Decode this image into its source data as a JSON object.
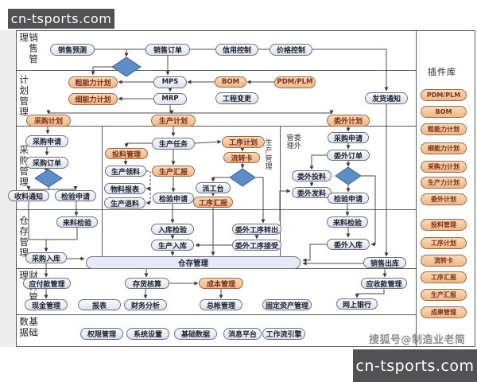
{
  "colors": {
    "orange_fill": "#f3c194",
    "orange_border": "#9c6b45",
    "orange_text": "#7d2e1d",
    "gray_fill": "#eef0f8",
    "gray_border": "#6b7280",
    "diamond_fill": "#5d8cc6",
    "diamond_border": "#3c6390",
    "line": "#4a4a4a",
    "watermark_bg": "#525254"
  },
  "watermarks": {
    "top_left": "cn-tsports.com",
    "bottom_right": "cn-tsports.com",
    "sohu_credit": "搜狐号@制造业老简"
  },
  "lanes": [
    {
      "label": "销售管理"
    },
    {
      "label": "计划管理"
    },
    {
      "label": "采购管理"
    },
    {
      "label": "仓存管理"
    },
    {
      "label": "财务管理"
    },
    {
      "label": "基础数据"
    }
  ],
  "sub_sections": [
    {
      "label": "生产管理"
    },
    {
      "label": "委外管理"
    }
  ],
  "plugin_library": {
    "title": "插件库",
    "items": [
      "PDM/PLM",
      "BOM",
      "粗能力计划",
      "细能力计划",
      "采购力计划",
      "生产力计划",
      "委外计划",
      "投料管理",
      "工序计划",
      "流转卡",
      "工序汇报",
      "生产汇报",
      "成果管理"
    ]
  },
  "nodes": [
    {
      "id": "sales_forecast",
      "label": "销售预测",
      "type": "gray"
    },
    {
      "id": "sales_order",
      "label": "销售订单",
      "type": "gray"
    },
    {
      "id": "credit_control",
      "label": "信用控制",
      "type": "gray"
    },
    {
      "id": "price_control",
      "label": "价格控制",
      "type": "gray"
    },
    {
      "id": "rough_capacity",
      "label": "粗能力计划",
      "type": "orange"
    },
    {
      "id": "mps",
      "label": "MPS",
      "type": "gray"
    },
    {
      "id": "bom",
      "label": "BOM",
      "type": "orange"
    },
    {
      "id": "pdm_plm",
      "label": "PDM/PLM",
      "type": "orange"
    },
    {
      "id": "fine_capacity",
      "label": "细能力计划",
      "type": "orange"
    },
    {
      "id": "mrp",
      "label": "MRP",
      "type": "gray"
    },
    {
      "id": "eng_change",
      "label": "工程变更",
      "type": "gray"
    },
    {
      "id": "delivery_notice",
      "label": "发货通知",
      "type": "gray"
    },
    {
      "id": "purchase_plan",
      "label": "采购计划",
      "type": "orange"
    },
    {
      "id": "production_plan",
      "label": "生产计划",
      "type": "orange"
    },
    {
      "id": "outsource_plan",
      "label": "委外计划",
      "type": "orange"
    },
    {
      "id": "purchase_request",
      "label": "采购申请",
      "type": "gray"
    },
    {
      "id": "purchase_order",
      "label": "采购订单",
      "type": "gray"
    },
    {
      "id": "receive_notice",
      "label": "收料通知",
      "type": "gray"
    },
    {
      "id": "inspect_request_pur",
      "label": "检验申请",
      "type": "gray"
    },
    {
      "id": "incoming_inspect_pur",
      "label": "来料检验",
      "type": "gray"
    },
    {
      "id": "production_task",
      "label": "生产任务",
      "type": "gray"
    },
    {
      "id": "feeding_mgmt",
      "label": "投料管理",
      "type": "orange"
    },
    {
      "id": "production_picking",
      "label": "生产领料",
      "type": "gray"
    },
    {
      "id": "material_report",
      "label": "物料报表",
      "type": "gray"
    },
    {
      "id": "production_return",
      "label": "生产退料",
      "type": "gray"
    },
    {
      "id": "production_report",
      "label": "生产汇报",
      "type": "orange"
    },
    {
      "id": "inspect_request_prod",
      "label": "检验申请",
      "type": "gray"
    },
    {
      "id": "process_plan",
      "label": "工序计划",
      "type": "orange"
    },
    {
      "id": "flow_card",
      "label": "流转卡",
      "type": "orange"
    },
    {
      "id": "dispatch_station",
      "label": "派工台",
      "type": "gray"
    },
    {
      "id": "process_report",
      "label": "工序汇报",
      "type": "orange"
    },
    {
      "id": "outsource_proc_out",
      "label": "委外工序转出",
      "type": "gray"
    },
    {
      "id": "outsource_proc_in",
      "label": "委外工序接受",
      "type": "gray"
    },
    {
      "id": "warehouse_inspect",
      "label": "入库检验",
      "type": "gray"
    },
    {
      "id": "production_in",
      "label": "生产入库",
      "type": "gray"
    },
    {
      "id": "purchase_request_ow",
      "label": "采购申请",
      "type": "gray"
    },
    {
      "id": "outsource_order",
      "label": "委外订单",
      "type": "gray"
    },
    {
      "id": "outsource_feed",
      "label": "委外投料",
      "type": "gray"
    },
    {
      "id": "outsource_issue",
      "label": "委外发料",
      "type": "gray"
    },
    {
      "id": "inspect_request_ow",
      "label": "检验申请",
      "type": "gray"
    },
    {
      "id": "incoming_inspect_ow",
      "label": "来料检验",
      "type": "gray"
    },
    {
      "id": "outsource_in",
      "label": "委外入库",
      "type": "gray"
    },
    {
      "id": "purchase_in",
      "label": "采购入库",
      "type": "gray"
    },
    {
      "id": "warehouse_bar",
      "label": "仓存管理",
      "type": "bar"
    },
    {
      "id": "sales_out",
      "label": "销售出库",
      "type": "gray"
    },
    {
      "id": "payables",
      "label": "应付款管理",
      "type": "gray"
    },
    {
      "id": "cash_mgmt",
      "label": "现金管理",
      "type": "gray"
    },
    {
      "id": "inventory_acct",
      "label": "存货核算",
      "type": "gray"
    },
    {
      "id": "cost_mgmt",
      "label": "成本管理",
      "type": "orange"
    },
    {
      "id": "report",
      "label": "报表",
      "type": "gray"
    },
    {
      "id": "fin_analysis",
      "label": "财务分析",
      "type": "gray"
    },
    {
      "id": "ledger",
      "label": "总帐管理",
      "type": "gray"
    },
    {
      "id": "fixed_assets",
      "label": "固定资产管理",
      "type": "gray"
    },
    {
      "id": "receivables",
      "label": "应收款管理",
      "type": "gray"
    },
    {
      "id": "online_bank",
      "label": "网上银行",
      "type": "gray"
    },
    {
      "id": "perm_mgmt",
      "label": "权限管理",
      "type": "gray"
    },
    {
      "id": "sys_setting",
      "label": "系统设置",
      "type": "gray"
    },
    {
      "id": "base_data",
      "label": "基础数据",
      "type": "gray"
    },
    {
      "id": "msg_platform",
      "label": "消息平台",
      "type": "gray"
    },
    {
      "id": "workflow",
      "label": "工作流引擎",
      "type": "gray"
    }
  ]
}
